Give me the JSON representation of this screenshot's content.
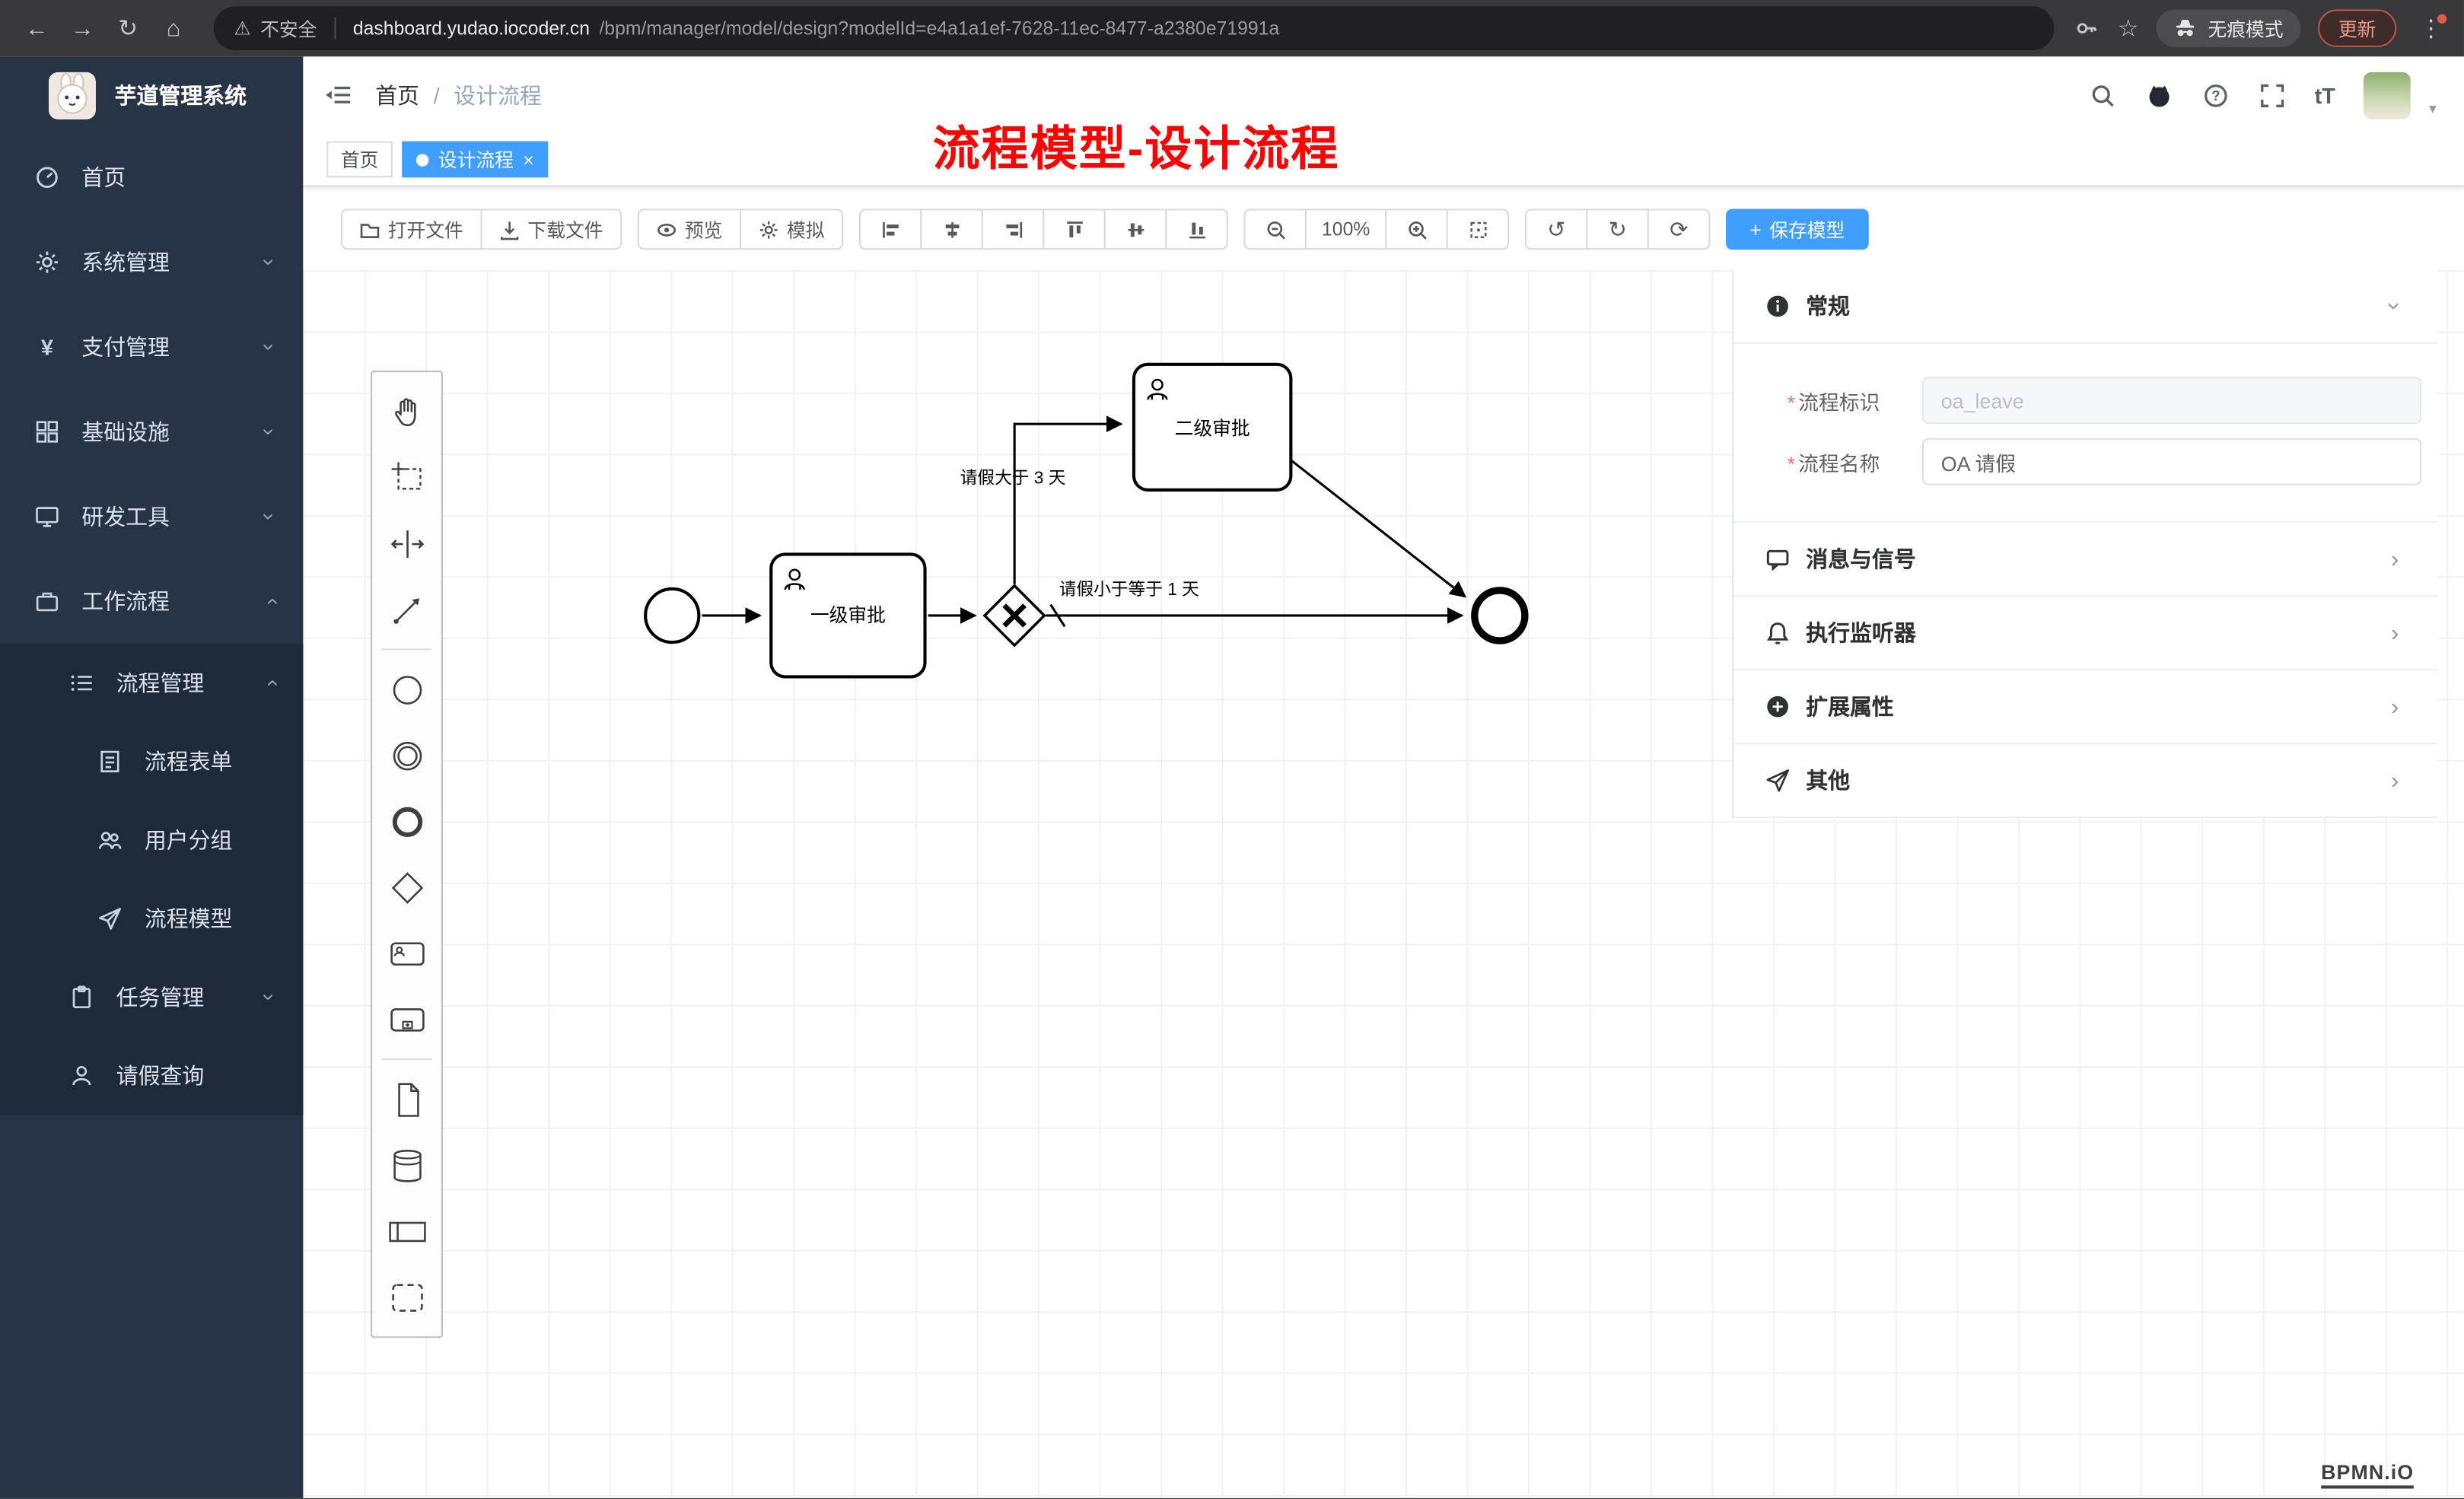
{
  "browser": {
    "security_label": "不安全",
    "url_domain": "dashboard.yudao.iocoder.cn",
    "url_path": "/bpm/manager/model/design?modelId=e4a1a1ef-7628-11ec-8477-a2380e71991a",
    "incognito_label": "无痕模式",
    "update_label": "更新"
  },
  "sidebar": {
    "app_title": "芋道管理系统",
    "items": [
      {
        "label": "首页"
      },
      {
        "label": "系统管理"
      },
      {
        "label": "支付管理"
      },
      {
        "label": "基础设施"
      },
      {
        "label": "研发工具"
      },
      {
        "label": "工作流程"
      },
      {
        "label": "流程管理"
      },
      {
        "label": "流程表单"
      },
      {
        "label": "用户分组"
      },
      {
        "label": "流程模型"
      },
      {
        "label": "任务管理"
      },
      {
        "label": "请假查询"
      }
    ]
  },
  "header": {
    "breadcrumb": [
      "首页",
      "设计流程"
    ],
    "annotation": "流程模型-设计流程"
  },
  "tabs": [
    {
      "label": "首页"
    },
    {
      "label": "设计流程"
    }
  ],
  "toolbar": {
    "open_file": "打开文件",
    "download_file": "下载文件",
    "preview": "预览",
    "simulate": "模拟",
    "zoom_level": "100%",
    "save_model": "保存模型"
  },
  "panel": {
    "sections": {
      "general": "常规",
      "message_signal": "消息与信号",
      "execution_listener": "执行监听器",
      "extension_attrs": "扩展属性",
      "other": "其他"
    },
    "fields": {
      "required_mark": "*",
      "process_key_label": "流程标识",
      "process_key_value": "oa_leave",
      "process_name_label": "流程名称",
      "process_name_value": "OA 请假"
    }
  },
  "diagram": {
    "task1": "一级审批",
    "task2": "二级审批",
    "edge_gt3": "请假大于 3 天",
    "edge_le1": "请假小于等于 1 天",
    "watermark": "BPMN.iO"
  },
  "icons": {
    "back": "←",
    "forward": "→",
    "reload": "↻",
    "home": "⌂",
    "warning": "⚠",
    "star": "☆",
    "menu_dots": "⋮",
    "undo": "↺",
    "redo": "↻",
    "refresh": "⟳",
    "chevron": "›",
    "caret_down": "▼",
    "question": "?",
    "font_size": "tT",
    "tab_close": "×",
    "plus": "+",
    "breadcrumb_sep": "/"
  }
}
